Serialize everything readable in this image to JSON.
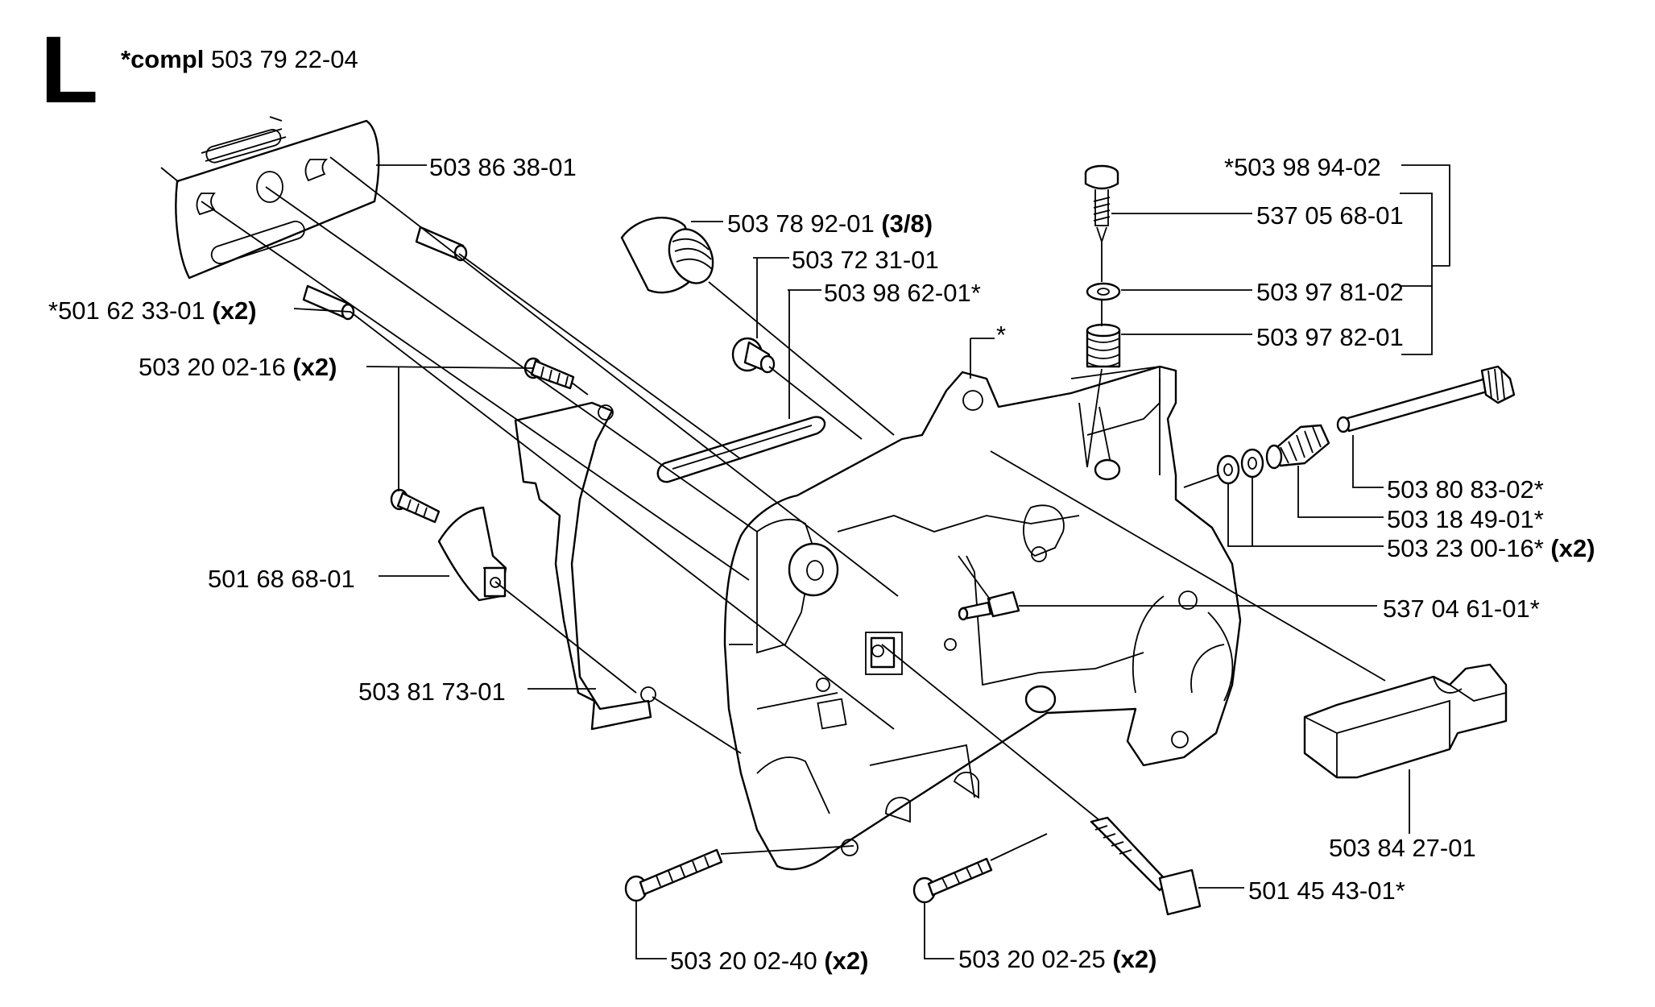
{
  "section": {
    "letter": "L"
  },
  "kit": {
    "prefix": "*compl",
    "number": "503 79 22-04"
  },
  "labels": [
    {
      "id": "p1",
      "number": "503 86 38-01",
      "qty": ""
    },
    {
      "id": "p2",
      "number": "503 78 92-01",
      "qty": "(3/8)"
    },
    {
      "id": "p3",
      "number": "503 72 31-01",
      "qty": ""
    },
    {
      "id": "p4",
      "number": "503 98 62-01*",
      "qty": ""
    },
    {
      "id": "p5",
      "number": "*",
      "qty": ""
    },
    {
      "id": "p6",
      "number": "*501 62 33-01",
      "qty": "(x2)"
    },
    {
      "id": "p7",
      "number": "503 20 02-16",
      "qty": "(x2)"
    },
    {
      "id": "p8",
      "number": "501 68 68-01",
      "qty": ""
    },
    {
      "id": "p9",
      "number": "503 81 73-01",
      "qty": ""
    },
    {
      "id": "p10",
      "number": "*503 98 94-02",
      "qty": ""
    },
    {
      "id": "p11",
      "number": "537 05 68-01",
      "qty": ""
    },
    {
      "id": "p12",
      "number": "503 97 81-02",
      "qty": ""
    },
    {
      "id": "p13",
      "number": "503 97 82-01",
      "qty": ""
    },
    {
      "id": "p14",
      "number": "503 80 83-02*",
      "qty": ""
    },
    {
      "id": "p15",
      "number": "503 18 49-01*",
      "qty": ""
    },
    {
      "id": "p16",
      "number": "503 23 00-16*",
      "qty": "(x2)"
    },
    {
      "id": "p17",
      "number": "537 04 61-01*",
      "qty": ""
    },
    {
      "id": "p18",
      "number": "503 84 27-01",
      "qty": ""
    },
    {
      "id": "p19",
      "number": "501 45 43-01*",
      "qty": ""
    },
    {
      "id": "p20",
      "number": "503 20 02-40",
      "qty": "(x2)"
    },
    {
      "id": "p21",
      "number": "503 20 02-25",
      "qty": "(x2)"
    }
  ]
}
